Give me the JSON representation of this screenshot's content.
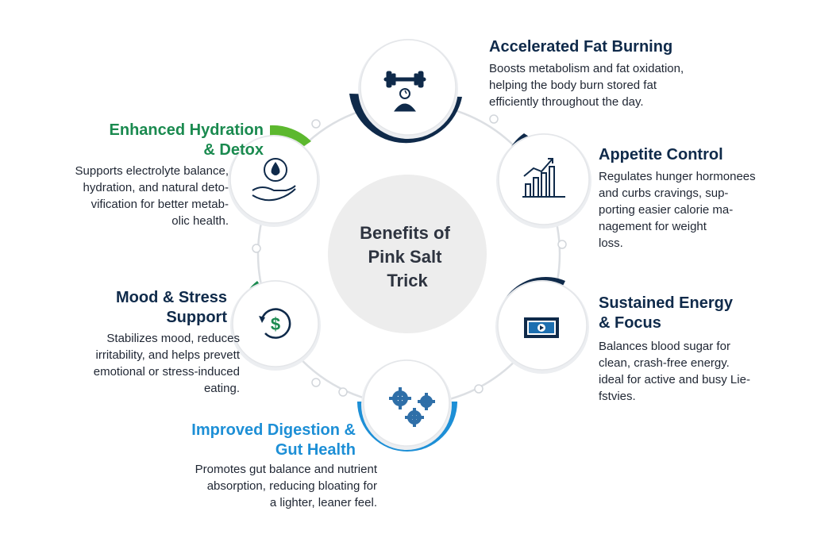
{
  "center": {
    "title_lines": [
      "Benefits of",
      "Pink Salt",
      "Trick"
    ]
  },
  "colors": {
    "navy": "#0f2a4a",
    "green": "#1a8a4f",
    "blue": "#1d8fd6",
    "text": "#1f2633",
    "ring": "#dcdfe3"
  },
  "benefits": [
    {
      "id": "fat-burning",
      "icon": "dumbbell-person-icon",
      "accent": "#0f2a4a",
      "title_lines": [
        "Accelerated Fat Burning"
      ],
      "desc_lines": [
        "Boosts metabolism and fat oxidation,",
        "helping the body burn stored fat",
        "efficiently throughout the day."
      ]
    },
    {
      "id": "appetite-control",
      "icon": "bar-chart-icon",
      "accent": "#0f2a4a",
      "title_lines": [
        "Appetite Control"
      ],
      "desc_lines": [
        "Regulates hunger hormonees",
        "and curbs cravings, sup-",
        "porting easier calorie ma-",
        "nagement for weight",
        "loss."
      ]
    },
    {
      "id": "energy-focus",
      "icon": "monitor-play-icon",
      "accent": "#0f2a4a",
      "title_lines": [
        "Sustained Energy",
        "& Focus"
      ],
      "desc_lines": [
        "Balances blood sugar for",
        "clean, crash-free energy.",
        "ideal for active and busy Lie-",
        "fstvies."
      ]
    },
    {
      "id": "digestion",
      "icon": "gears-icon",
      "accent": "#1d8fd6",
      "title_lines": [
        "Improved Digestion &",
        "Gut Health"
      ],
      "desc_lines": [
        "Promotes gut balance and nutrient",
        "absorption, reducing bloating for",
        "a lighter, leaner feel."
      ]
    },
    {
      "id": "mood-stress",
      "icon": "dollar-cycle-icon",
      "accent": "#1a8a4f",
      "title_lines": [
        "Mood & Stress",
        "Support"
      ],
      "desc_lines": [
        "Stabilizes mood, reduces",
        "irritability, and helps prevett",
        "emotional or stress-induced",
        "eating."
      ]
    },
    {
      "id": "hydration",
      "icon": "water-drop-hand-icon",
      "accent": "#1a8a4f",
      "title_lines": [
        "Enhanced Hydration",
        "& Detox"
      ],
      "desc_lines": [
        "Supports electrolyte balance,",
        "hydration, and natural deto-",
        "vification for better metab-",
        "olic health."
      ]
    }
  ]
}
